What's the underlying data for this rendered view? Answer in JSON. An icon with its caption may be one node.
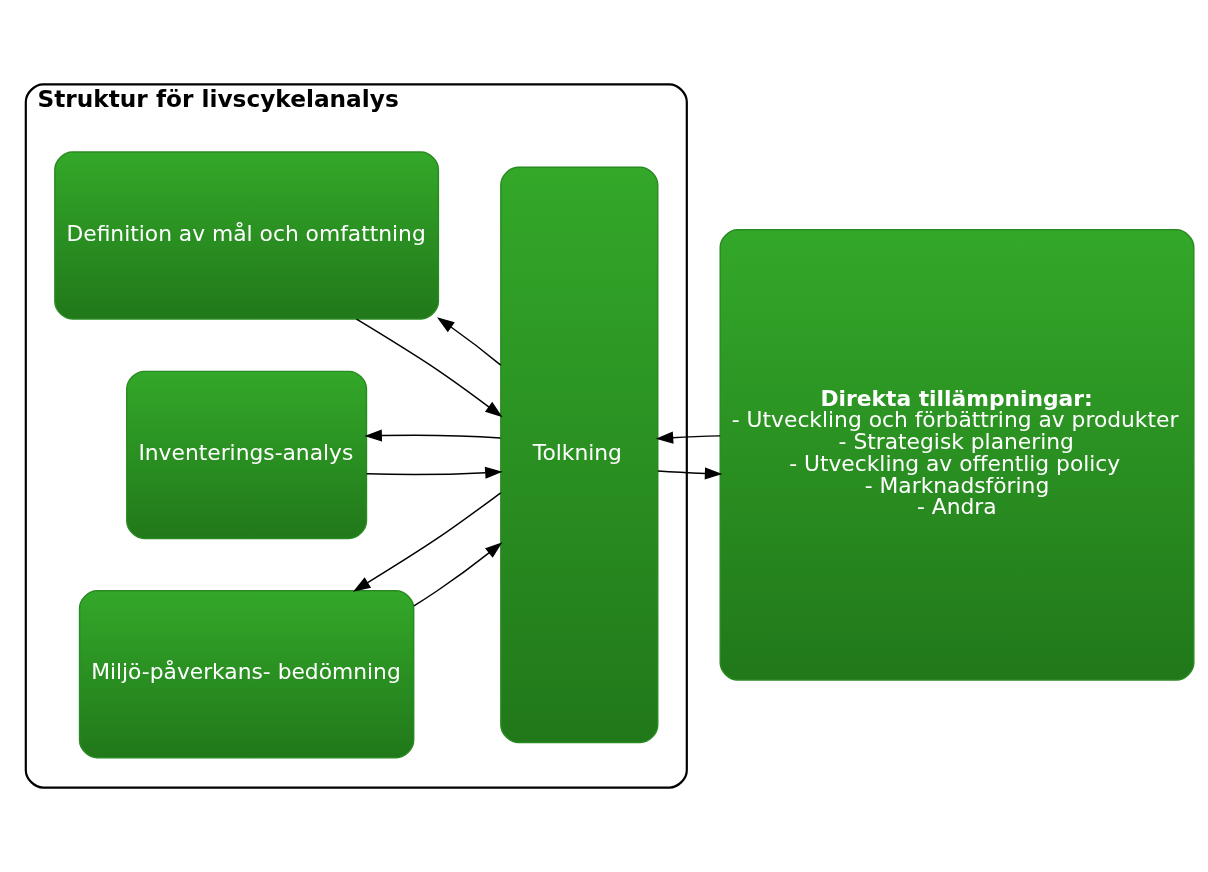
{
  "diagram": {
    "nodes": [
      {
        "text": [
          "Struktur för livscykelanalys"
        ]
      },
      {
        "text": [
          "Definition av mål och omfattning"
        ],
        "in": 0
      },
      {
        "text": [
          "Inventerings-analys"
        ],
        "in": 0
      },
      {
        "text": [
          "Miljö-påverkans- bedömning"
        ],
        "in": 0
      },
      {
        "text": [
          "Tolkning"
        ],
        "in": 0
      },
      {
        "text": [
          "Direkta tillämpningar:",
          "- Utveckling och förbättring av produkter",
          "- Strategisk planering",
          "- Utveckling av offentlig policy",
          "- Marknadsföring",
          "- Andra"
        ]
      }
    ],
    "edges": [
      {
        "from": 4,
        "to": 1,
        "arrow": "to"
      },
      {
        "from": 1,
        "to": 4,
        "arrow": "to"
      },
      {
        "from": 4,
        "to": 2,
        "arrow": "to"
      },
      {
        "from": 2,
        "to": 4,
        "arrow": "to"
      },
      {
        "from": 4,
        "to": 3,
        "arrow": "to"
      },
      {
        "from": 3,
        "to": 4,
        "arrow": "to"
      },
      {
        "from": 5,
        "to": 4,
        "arrow": "to"
      },
      {
        "from": 4,
        "to": 5,
        "arrow": "to"
      }
    ]
  }
}
